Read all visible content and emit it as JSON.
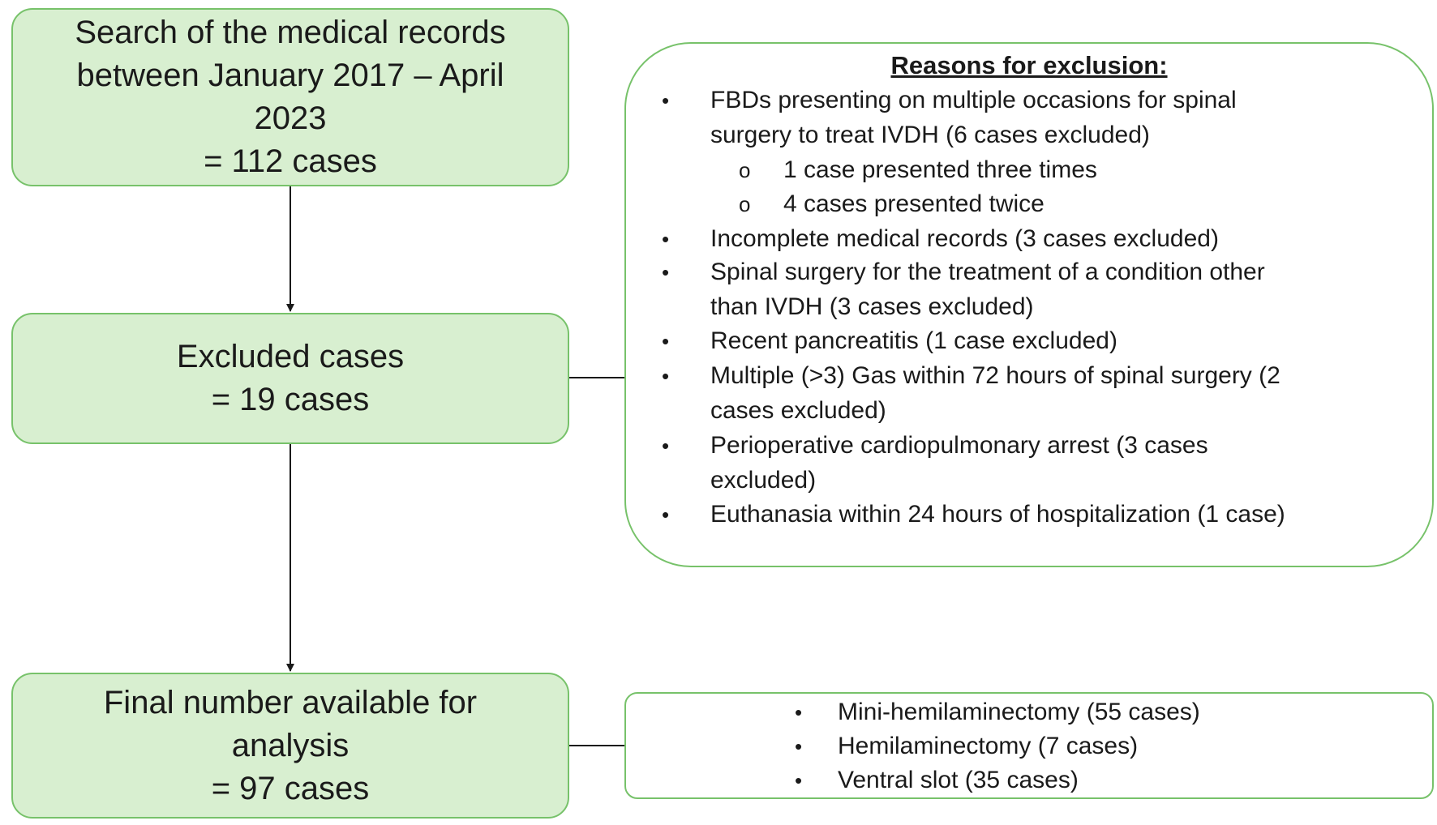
{
  "boxes": {
    "search": {
      "lines": [
        "Search of the medical records",
        "between January 2017 – April",
        "2023",
        "= 112 cases"
      ]
    },
    "excluded": {
      "lines": [
        "Excluded cases",
        "= 19 cases"
      ]
    },
    "final": {
      "lines": [
        "Final number available for",
        "analysis",
        "= 97 cases"
      ]
    }
  },
  "reasons": {
    "title": "Reasons for exclusion:",
    "bullet_symbol": "•",
    "sub_bullet_symbol": "o",
    "items": [
      {
        "lines": [
          "FBDs presenting on multiple occasions for spinal",
          "surgery to treat IVDH (6 cases excluded)"
        ]
      },
      {
        "lines": [
          "Incomplete medical records (3 cases excluded)"
        ]
      },
      {
        "lines": [
          "Spinal surgery for the treatment of a condition other",
          "than IVDH (3 cases excluded)"
        ]
      },
      {
        "lines": [
          "Recent pancreatitis (1 case excluded)"
        ]
      },
      {
        "lines": [
          "Multiple (>3) Gas within 72 hours of spinal surgery (2",
          "cases excluded)"
        ]
      },
      {
        "lines": [
          "Perioperative cardiopulmonary arrest (3 cases",
          "excluded)"
        ]
      },
      {
        "lines": [
          "Euthanasia within 24 hours of hospitalization (1 case)"
        ]
      }
    ],
    "sub_items": [
      "1 case presented three times",
      "4 cases presented twice"
    ]
  },
  "procedures": {
    "bullet_symbol": "•",
    "items": [
      "Mini-hemilaminectomy (55 cases)",
      "Hemilaminectomy (7 cases)",
      "Ventral slot (35 cases)"
    ]
  }
}
